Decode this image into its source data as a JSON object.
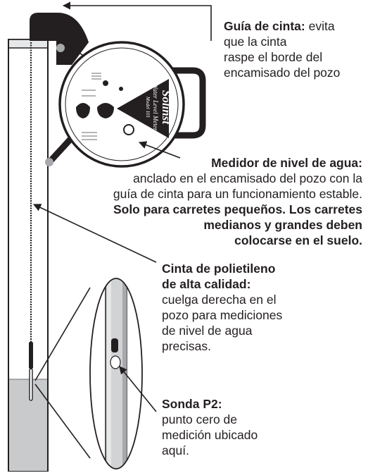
{
  "tape_guide": {
    "title": "Guía de cinta:",
    "text_line1": "evita",
    "text_line2": "que la cinta",
    "text_line3": "raspe el borde del",
    "text_line4": "encamisado del pozo"
  },
  "meter": {
    "title": "Medidor de nivel de agua:",
    "line1": "anclado en el encamisado del pozo con la",
    "line2": "guía de cinta para un funcionamiento estable.",
    "bold1": "Solo para carretes pequeños. Los carretes",
    "bold2": "medianos y grandes deben",
    "bold3": "colocarse en el suelo."
  },
  "reel_face": {
    "brand": "Solinst",
    "product": "Water Level Meter",
    "model": "Model 101"
  },
  "tape": {
    "title1": "Cinta de polietileno",
    "title2": "de alta calidad:",
    "line1": "cuelga derecha en el",
    "line2": "pozo para mediciones",
    "line3": "de nivel de agua",
    "line4": "precisas."
  },
  "probe": {
    "title": "Sonda P2:",
    "line1": "punto cero de",
    "line2": "medición ubicado",
    "line3": "aquí."
  },
  "colors": {
    "ink": "#231f20",
    "water": "#c8cacc",
    "casing_shade": "#e6e7e8",
    "pipe_gray": "#a7a9ac"
  }
}
